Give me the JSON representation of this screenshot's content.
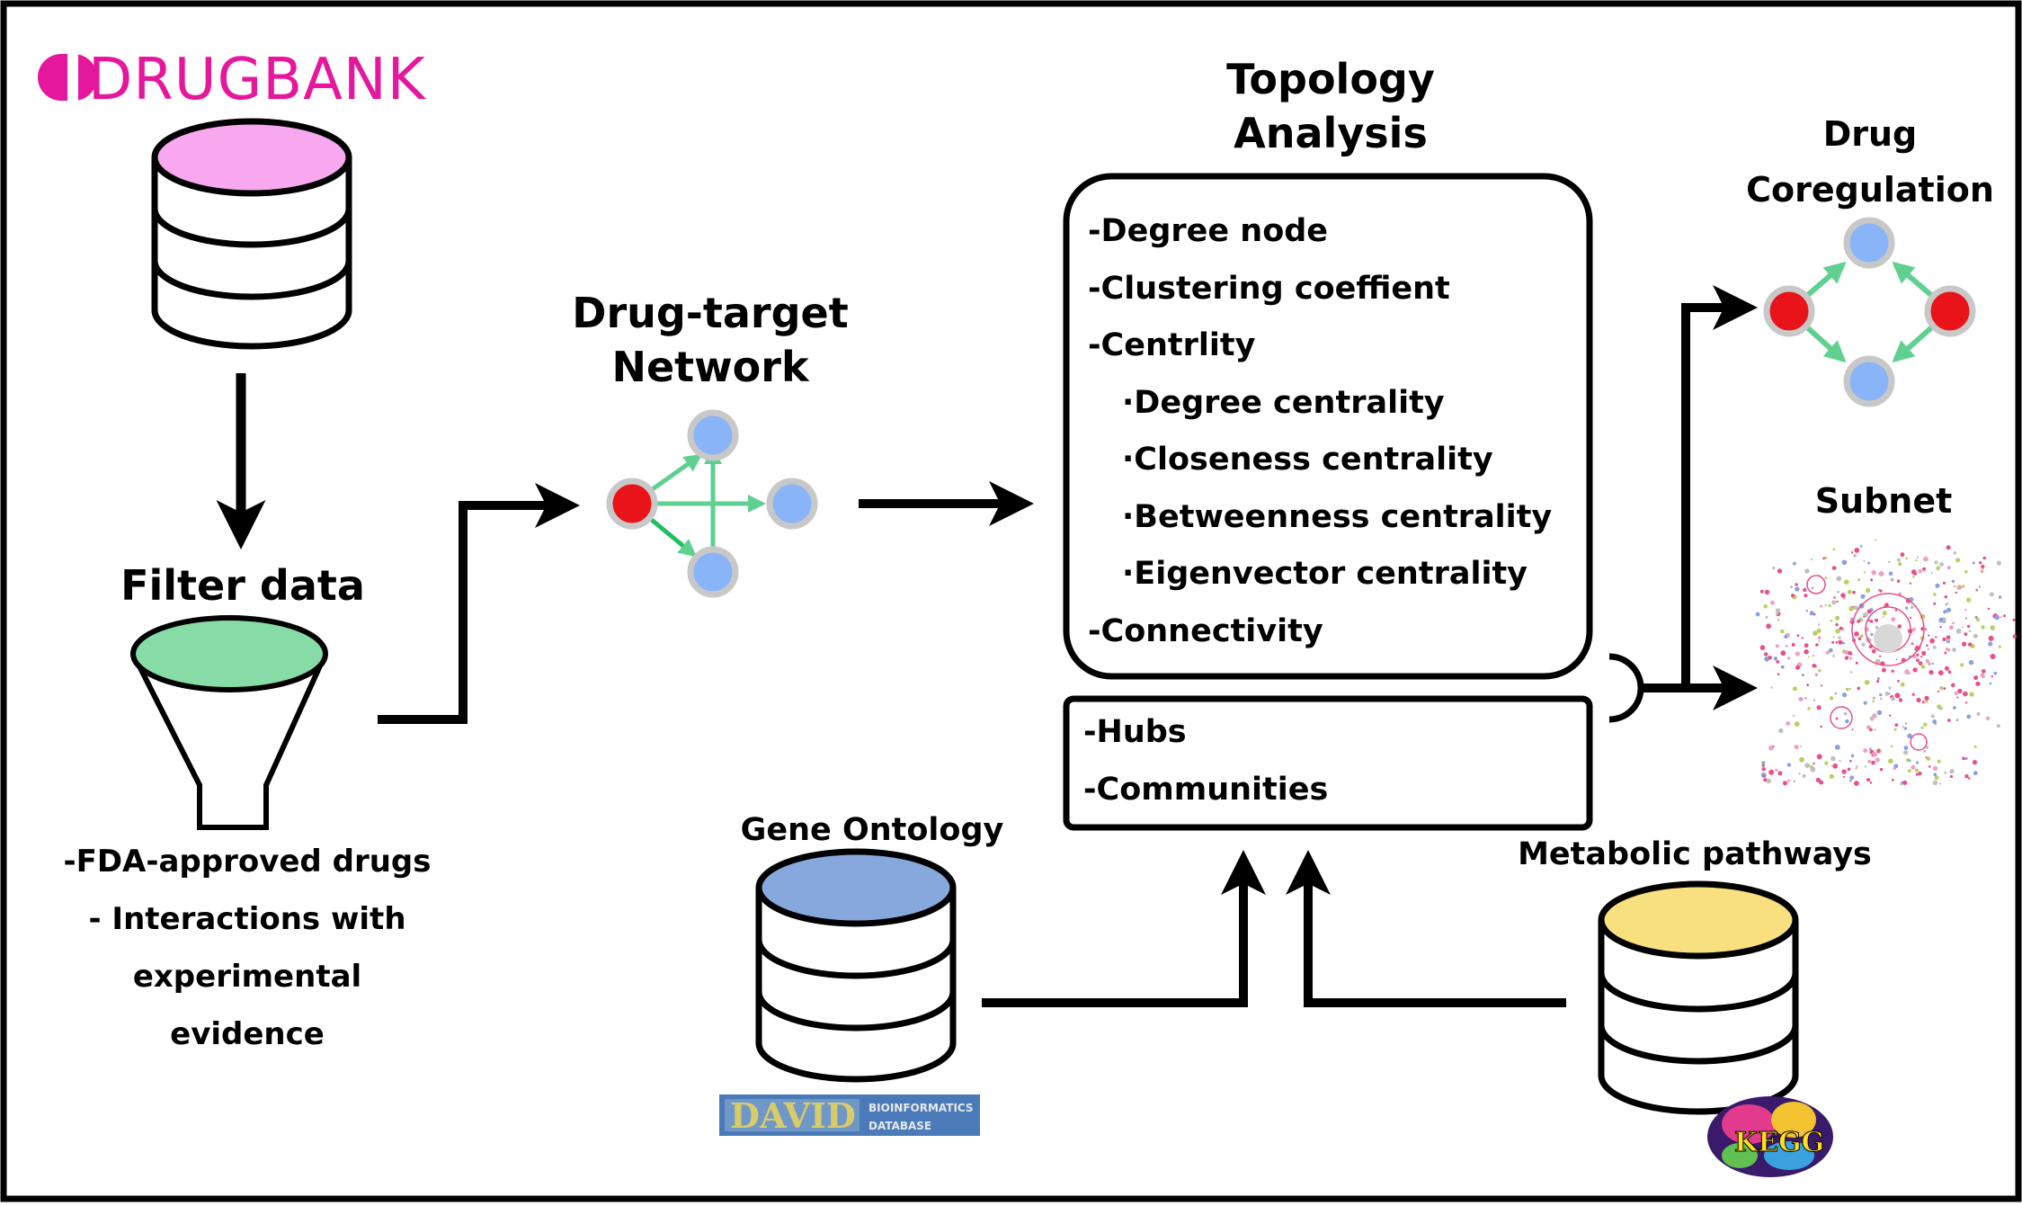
{
  "logos": {
    "drugbank": "DRUGBANK",
    "david_main": "DAVID",
    "david_sub1": "BIOINFORMATICS",
    "david_sub2": "DATABASE",
    "kegg": "KEGG"
  },
  "sections": {
    "filter_title": "Filter data",
    "filter_notes": [
      "-FDA-approved drugs",
      "- Interactions with",
      "experimental",
      "evidence"
    ],
    "network_title_1": "Drug-target",
    "network_title_2": "Network",
    "topology_title_1": "Topology",
    "topology_title_2": "Analysis",
    "gene_ontology": "Gene Ontology",
    "metabolic": "Metabolic pathways",
    "coreg_title_1": "Drug",
    "coreg_title_2": "Coregulation",
    "subnet_title": "Subnet"
  },
  "topology_box": {
    "items": [
      "-Degree node",
      "-Clustering coeffient",
      "-Centrlity",
      "·Degree centrality",
      "·Closeness centrality",
      "·Betweenness centrality",
      "·Eigenvector centrality",
      "-Connectivity"
    ]
  },
  "hub_box": {
    "items": [
      "-Hubs",
      "-Communities"
    ]
  },
  "colors": {
    "drugbank_magenta": "#e5179c",
    "db_top_pink": "#f7a8ef",
    "funnel_green": "#86dba6",
    "go_blue": "#86a8dc",
    "kegg_yellow": "#f9e07e",
    "drug_node_red": "#e8141a",
    "target_node_blue": "#8ab4f8",
    "node_ring_gray": "#c8c8c8",
    "edge_green": "#5fd08f"
  }
}
